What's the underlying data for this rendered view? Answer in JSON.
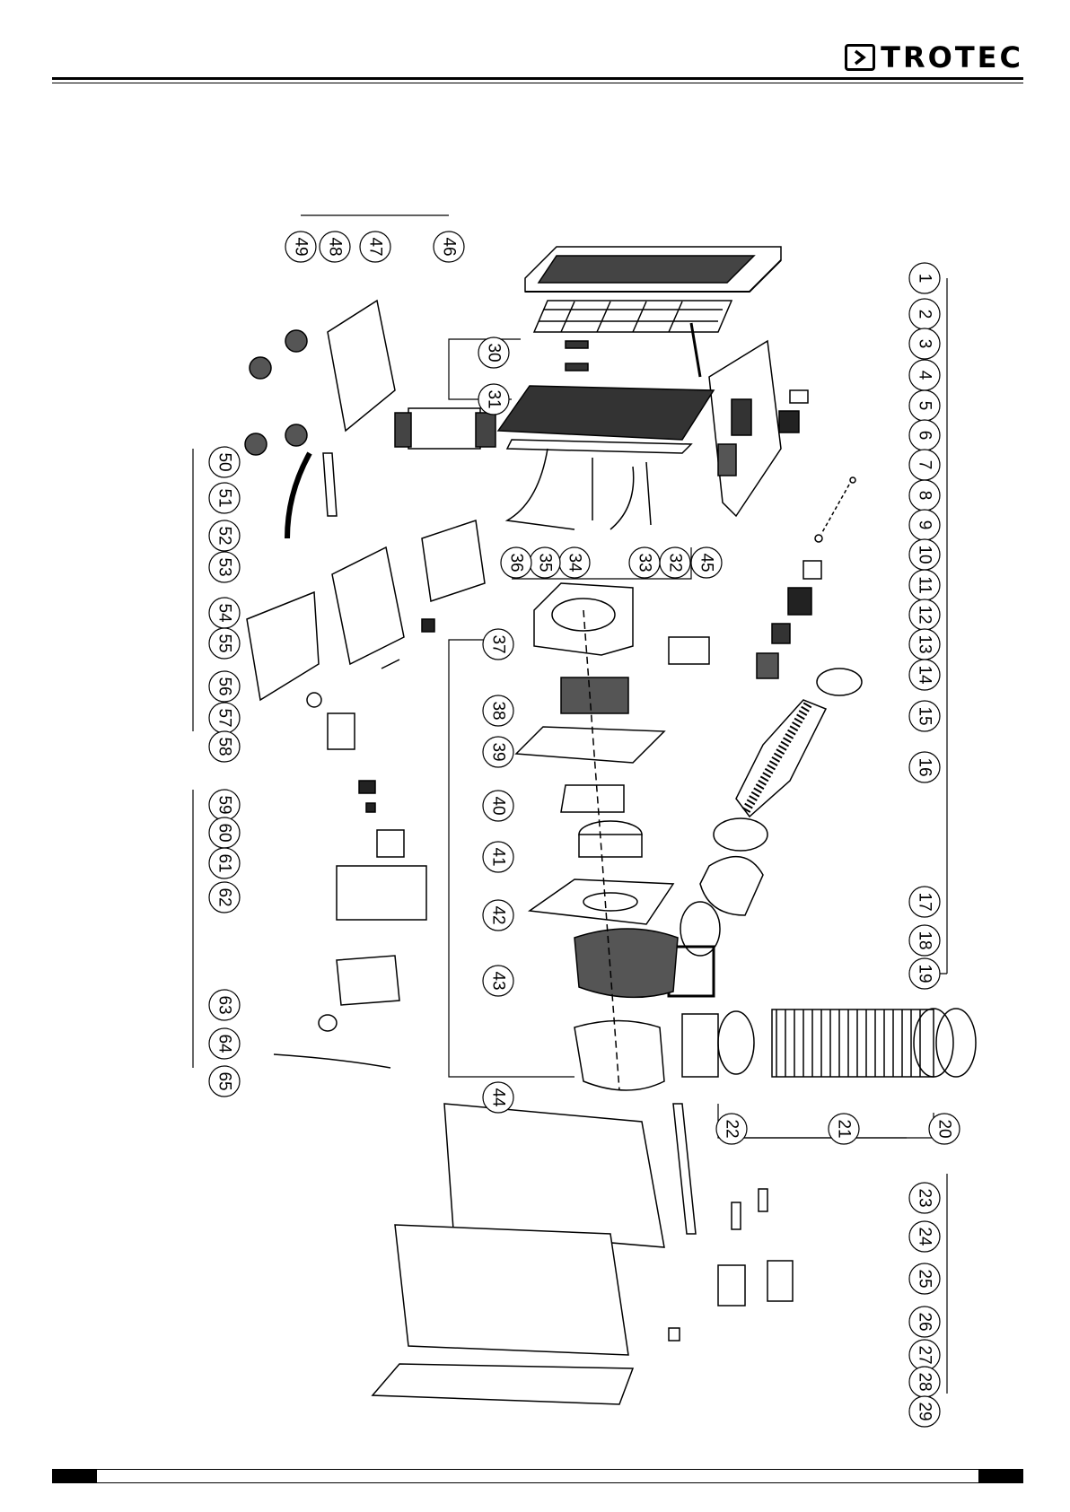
{
  "brand": {
    "name": "TROTEC",
    "icon": "chevron-right-icon"
  },
  "callouts": [
    "1",
    "2",
    "3",
    "4",
    "5",
    "6",
    "7",
    "8",
    "9",
    "10",
    "11",
    "12",
    "13",
    "14",
    "15",
    "16",
    "17",
    "18",
    "19",
    "20",
    "21",
    "22",
    "23",
    "24",
    "25",
    "26",
    "27",
    "28",
    "29",
    "30",
    "31",
    "32",
    "33",
    "34",
    "35",
    "36",
    "37",
    "38",
    "39",
    "40",
    "41",
    "42",
    "43",
    "44",
    "45",
    "46",
    "47",
    "48",
    "49",
    "50",
    "51",
    "52",
    "53",
    "54",
    "55",
    "56",
    "57",
    "58",
    "59",
    "60",
    "61",
    "62",
    "63",
    "64",
    "65"
  ]
}
